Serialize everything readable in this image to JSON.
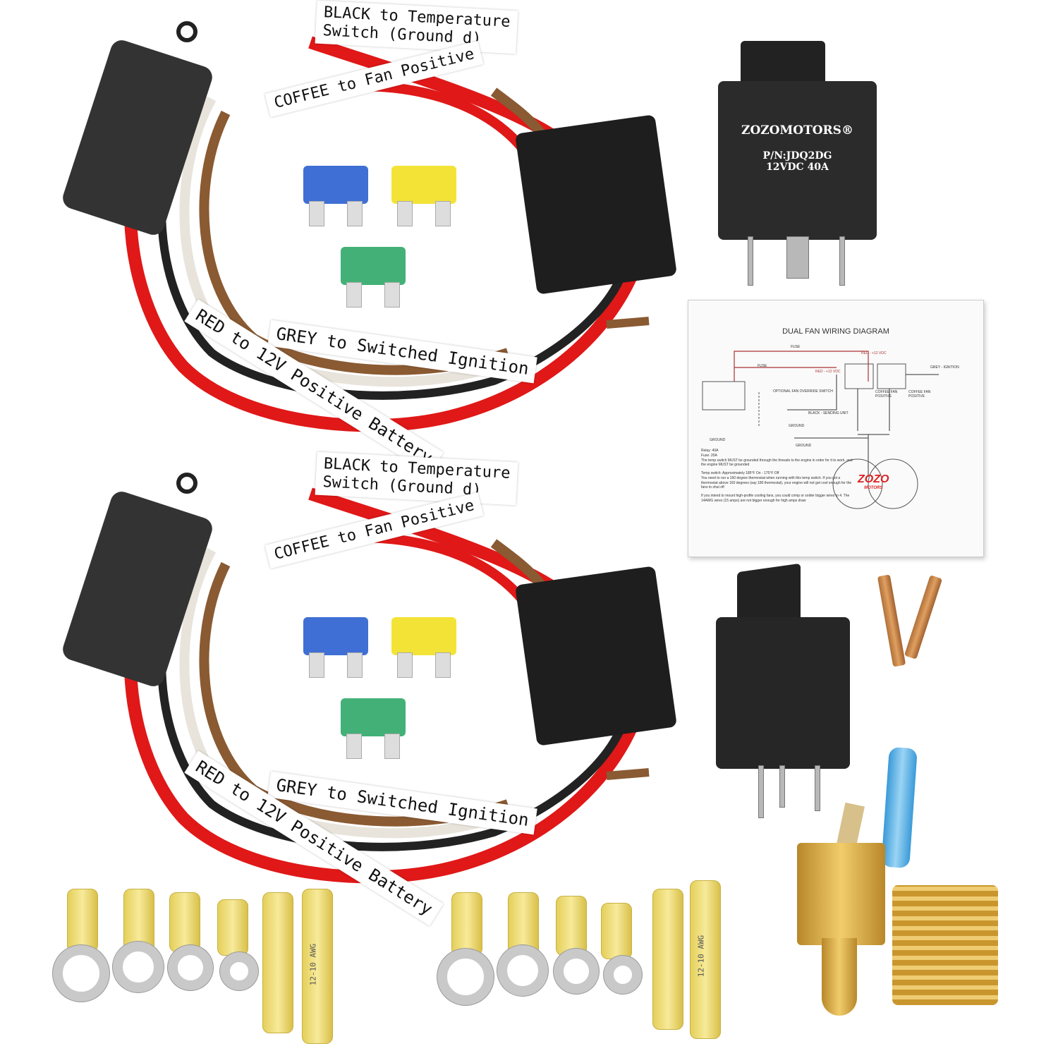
{
  "harnesses": [
    {
      "labels": {
        "black": "BLACK to Temperature",
        "black2": "Switch (Ground d)",
        "coffee": "COFFEE to Fan Positive",
        "grey": "GREY to Switched Ignition",
        "red": "RED to 12V Positive Battery"
      }
    },
    {
      "labels": {
        "black": "BLACK to Temperature",
        "black2": "Switch (Ground d)",
        "coffee": "COFFEE to Fan Positive",
        "grey": "GREY to Switched Ignition",
        "red": "RED to 12V Positive Battery"
      }
    }
  ],
  "relay": {
    "brand": "ZOZOMOTORS®",
    "part": "P/N:JDQ2DG",
    "rating": "12VDC 40A"
  },
  "diagram": {
    "title": "DUAL FAN WIRING DIAGRAM",
    "labels": {
      "red1": "RED - +12 VDC",
      "red2": "RED - +12 VDC",
      "fuse": "FUSE",
      "grey": "GREY - IGNITION",
      "override": "OPTIONAL FAN OVERRIDE SWITCH",
      "black": "BLACK - SENDING UNIT",
      "coffee1": "COFFEE FAN POSITIVE",
      "coffee2": "COFFEE FAN POSITIVE",
      "ground1": "GROUND",
      "ground2": "GROUND",
      "ground3": "GROUND",
      "logo": "ZOZO",
      "logo_sub": "MOTORS"
    },
    "notes": [
      "Relay: 40A",
      "Fuse: 20A",
      "The temp switch MUST be grounded through the threads to the engine in order for it to work, and the engine MUST be grounded",
      "Temp switch: Approximately 185°F On - 175°F Off",
      "You need to run a 160 degree thermostat when running with this temp switch. If you got a thermostat above 160 degrees (say 180 thermostat), your engine will not get cool enough for the fans to shut off",
      "If you intend to mount high-profile cooling fans, you could crimp or solder bigger wires to 4. The 14AWG wires (15 amps) are not bigger enough for high amps draw"
    ]
  },
  "connectors": {
    "awg": "12-10 AWG"
  },
  "colors": {
    "red_wire": "#e01818",
    "coffee_wire": "#8a5a32",
    "grey_wire": "#e8e4dc",
    "black_wire": "#222222",
    "fuse_blue": "#2a5fd0",
    "fuse_yellow": "#f2e020",
    "fuse_green": "#2fa868",
    "brass": "#d4a632"
  }
}
